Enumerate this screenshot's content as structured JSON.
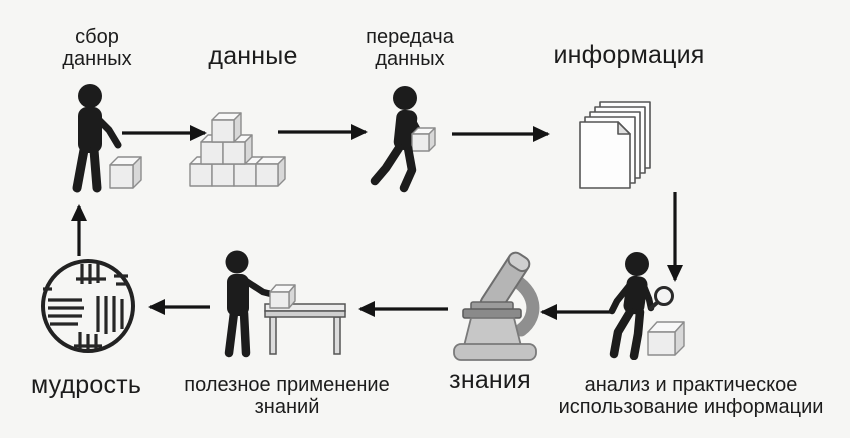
{
  "stages": {
    "collect": {
      "line1": "сбор",
      "line2": "данных",
      "icon": "person-pointing-at-cube-icon"
    },
    "data": {
      "text": "данные",
      "icon": "cube-pyramid-icon"
    },
    "transfer": {
      "line1": "передача",
      "line2": "данных",
      "icon": "person-carrying-cube-icon"
    },
    "information": {
      "text": "информация",
      "icon": "document-stack-icon"
    },
    "analysis": {
      "line1": "анализ и практическое",
      "line2": "использование информации",
      "icon": "person-with-magnifier-icon"
    },
    "knowledge": {
      "text": "знания",
      "icon": "microscope-icon"
    },
    "apply": {
      "line1": "полезное применение",
      "line2": "знаний",
      "icon": "person-at-table-icon"
    },
    "wisdom": {
      "text": "мудрость",
      "icon": "tally-circle-icon"
    }
  },
  "flow": [
    {
      "from": "collect",
      "to": "data"
    },
    {
      "from": "data",
      "to": "transfer"
    },
    {
      "from": "transfer",
      "to": "information"
    },
    {
      "from": "information",
      "to": "analysis"
    },
    {
      "from": "analysis",
      "to": "knowledge"
    },
    {
      "from": "knowledge",
      "to": "apply"
    },
    {
      "from": "apply",
      "to": "wisdom"
    },
    {
      "from": "wisdom",
      "to": "collect"
    }
  ],
  "colors": {
    "background": "#f6f6f4",
    "figure": "#1c1c1c",
    "arrow": "#141414",
    "text": "#1c1c1c",
    "cube_front": "#ededed",
    "cube_top": "#f8f8f8",
    "cube_side": "#d8d8d8",
    "equipment_gray": "#bdbdbd"
  }
}
